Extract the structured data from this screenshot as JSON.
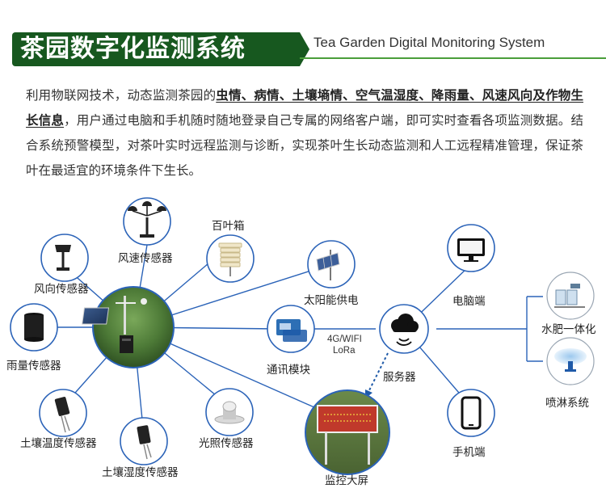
{
  "header": {
    "title_cn": "茶园数字化监测系统",
    "title_en": "Tea Garden Digital Monitoring System"
  },
  "intro": {
    "p1": "利用物联网技术，动态监测茶园的",
    "hl": "虫情、病情、土壤墒情、空气温湿度、降雨量、风速风向及作物生长信息",
    "p2": "，用户通过电脑和手机随时随地登录自己专属的网络客户端，即可实时查看各项监测数据。结合系统预警模型，对茶叶实时远程监测与诊断，实现茶叶生长动态监测和人工远程精准管理，保证茶叶在最适宜的环境条件下生长。"
  },
  "nodes": {
    "wind_speed": "风速传感器",
    "louver_box": "百叶箱",
    "wind_direction": "风向传感器",
    "solar_power": "太阳能供电",
    "rain": "雨量传感器",
    "comm_module": "通讯模块",
    "network_line1": "4G/WIFI",
    "network_line2": "LoRa",
    "server": "服务器",
    "pc": "电脑端",
    "fertigation": "水肥一体化",
    "sprinkler": "喷淋系统",
    "soil_temp": "土壤温度传感器",
    "soil_moisture": "土壤湿度传感器",
    "light": "光照传感器",
    "display": "监控大屏",
    "mobile": "手机端"
  },
  "colors": {
    "brand_green": "#17581f",
    "accent_green": "#4a9e3a",
    "link_blue": "#2b63b8",
    "dot_blue": "#1f5aa8",
    "display_red": "#c0392b"
  }
}
